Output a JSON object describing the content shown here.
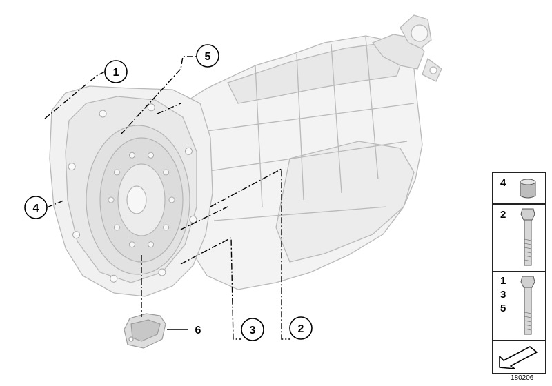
{
  "diagram": {
    "callouts": [
      "1",
      "5",
      "4",
      "3",
      "2",
      "6"
    ],
    "legend": [
      {
        "labels": [
          "4"
        ],
        "icon": "sleeve-icon"
      },
      {
        "labels": [
          "2"
        ],
        "icon": "bolt-icon"
      },
      {
        "labels": [
          "1",
          "3",
          "5"
        ],
        "icon": "bolt-icon"
      },
      {
        "labels": [],
        "icon": "arrow-icon"
      }
    ],
    "document_id": "180206"
  },
  "colors": {
    "housing_fill": "#f3f3f3",
    "housing_shade": "#e2e2e2",
    "outline": "#b9b9b9",
    "leader": "#000000"
  }
}
